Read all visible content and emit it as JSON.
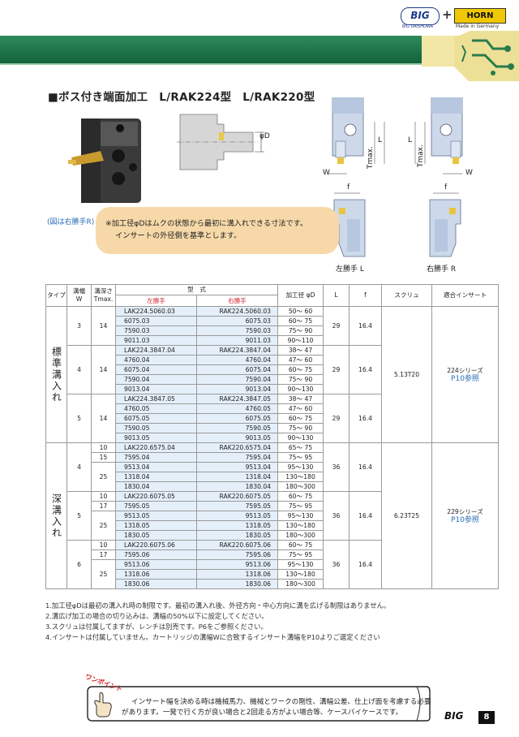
{
  "header": {
    "big_logo": "BIG",
    "big_sub": "BIG DAISHOWA",
    "plus": "+",
    "horn_logo": "HORN",
    "horn_sub": "Made in Germany"
  },
  "title": "■ボス付き端面加工　L/RAK224型　L/RAK220型",
  "figure": {
    "caption": "(図は右勝手R)",
    "dim_labels": {
      "phiD": "φD",
      "L": "L",
      "Tmax": "Tmax.",
      "W": "W",
      "f": "f"
    },
    "left_hand": "左勝手 L",
    "right_hand": "右勝手 R"
  },
  "note": {
    "line1": "※加工径φDはムクの状態から最初に溝入れできる寸法です。",
    "line2": "インサートの外径側を基準とします。"
  },
  "table": {
    "headers": {
      "type": "タイプ",
      "width": "溝幅",
      "width_sym": "W",
      "depth": "溝深さ",
      "depth_sym": "Tmax.",
      "model": "型　式",
      "left": "左勝手",
      "right": "右勝手",
      "diameter": "加工径 φD",
      "L": "L",
      "f": "f",
      "screw": "スクリュ",
      "insert": "適合インサート"
    },
    "groups": {
      "standard": "標準溝入れ",
      "deep": "深溝入れ",
      "series224": "224シリーズ",
      "series229": "229シリーズ",
      "ref": "P10参照",
      "screw224": "5.13T20",
      "screw229": "6.23T25"
    },
    "rows": [
      {
        "w": "3",
        "t": "14",
        "l": "LAK224.5060.03",
        "r": "RAK224.5060.03",
        "d": "50〜 60",
        "L": "29",
        "f": "16.4"
      },
      {
        "l": "6075.03",
        "r": "6075.03",
        "d": "60〜 75"
      },
      {
        "l": "7590.03",
        "r": "7590.03",
        "d": "75〜 90"
      },
      {
        "l": "9011.03",
        "r": "9011.03",
        "d": "90〜110"
      },
      {
        "w": "4",
        "t": "14",
        "l": "LAK224.3847.04",
        "r": "RAK224.3847.04",
        "d": "38〜 47",
        "L": "29",
        "f": "16.4"
      },
      {
        "l": "4760.04",
        "r": "4760.04",
        "d": "47〜 60"
      },
      {
        "l": "6075.04",
        "r": "6075.04",
        "d": "60〜 75"
      },
      {
        "l": "7590.04",
        "r": "7590.04",
        "d": "75〜 90"
      },
      {
        "l": "9013.04",
        "r": "9013.04",
        "d": "90〜130"
      },
      {
        "w": "5",
        "t": "14",
        "l": "LAK224.3847.05",
        "r": "RAK224.3847.05",
        "d": "38〜 47",
        "L": "29",
        "f": "16.4"
      },
      {
        "l": "4760.05",
        "r": "4760.05",
        "d": "47〜 60"
      },
      {
        "l": "6075.05",
        "r": "6075.05",
        "d": "60〜 75"
      },
      {
        "l": "7590.05",
        "r": "7590.05",
        "d": "75〜 90"
      },
      {
        "l": "9013.05",
        "r": "9013.05",
        "d": "90〜130"
      },
      {
        "w": "4",
        "t": "10",
        "l": "LAK220.6575.04",
        "r": "RAK220.6575.04",
        "d": "65〜 75",
        "L": "36",
        "f": "16.4"
      },
      {
        "t": "15",
        "l": "7595.04",
        "r": "7595.04",
        "d": "75〜 95"
      },
      {
        "t": "25",
        "l": "9513.04",
        "r": "9513.04",
        "d": "95〜130"
      },
      {
        "l": "1318.04",
        "r": "1318.04",
        "d": "130〜180"
      },
      {
        "l": "1830.04",
        "r": "1830.04",
        "d": "180〜300"
      },
      {
        "w": "5",
        "t": "10",
        "l": "LAK220.6075.05",
        "r": "RAK220.6075.05",
        "d": "60〜 75",
        "L": "36",
        "f": "16.4"
      },
      {
        "t": "17",
        "l": "7595.05",
        "r": "7595.05",
        "d": "75〜 95"
      },
      {
        "t": "25",
        "l": "9513.05",
        "r": "9513.05",
        "d": "95〜130"
      },
      {
        "l": "1318.05",
        "r": "1318.05",
        "d": "130〜180"
      },
      {
        "l": "1830.05",
        "r": "1830.05",
        "d": "180〜300"
      },
      {
        "w": "6",
        "t": "10",
        "l": "LAK220.6075.06",
        "r": "RAK220.6075.06",
        "d": "60〜 75",
        "L": "36",
        "f": "16.4"
      },
      {
        "t": "17",
        "l": "7595.06",
        "r": "7595.06",
        "d": "75〜 95"
      },
      {
        "t": "25",
        "l": "9513.06",
        "r": "9513.06",
        "d": "95〜130"
      },
      {
        "l": "1318.06",
        "r": "1318.06",
        "d": "130〜180"
      },
      {
        "l": "1830.06",
        "r": "1830.06",
        "d": "180〜300"
      }
    ]
  },
  "footnotes": [
    "1.加工径φDは最初の溝入れ時の制限です。最初の溝入れ後、外径方向・中心方向に溝を広げる制限はありません。",
    "2.溝広げ加工の場合の切り込みは、溝幅の50%以下に設定してください。",
    "3.スクリュは付属してますが、レンチは別売です。P6をご参照ください。",
    "4.インサートは付属していません。カートリッジの溝幅Wに合致するインサート溝幅をP10よりご選定ください"
  ],
  "tip": {
    "badge": "ワンポイント",
    "line1": "インサート幅を決める時は機械馬力、機械とワークの剛性、溝幅公差、仕上げ面を考慮する必要",
    "line2": "があります。一発で行く方が良い場合と2回走る方がよい場合等、ケースバイケースです。"
  },
  "footer": {
    "logo": "BIG",
    "page": "8"
  },
  "colors": {
    "accent_green": "#1e7a4a",
    "code_bg": "#e4eff9",
    "red": "#d2232a",
    "blue": "#2a6fb6",
    "note_bg": "#f7d9a9"
  }
}
